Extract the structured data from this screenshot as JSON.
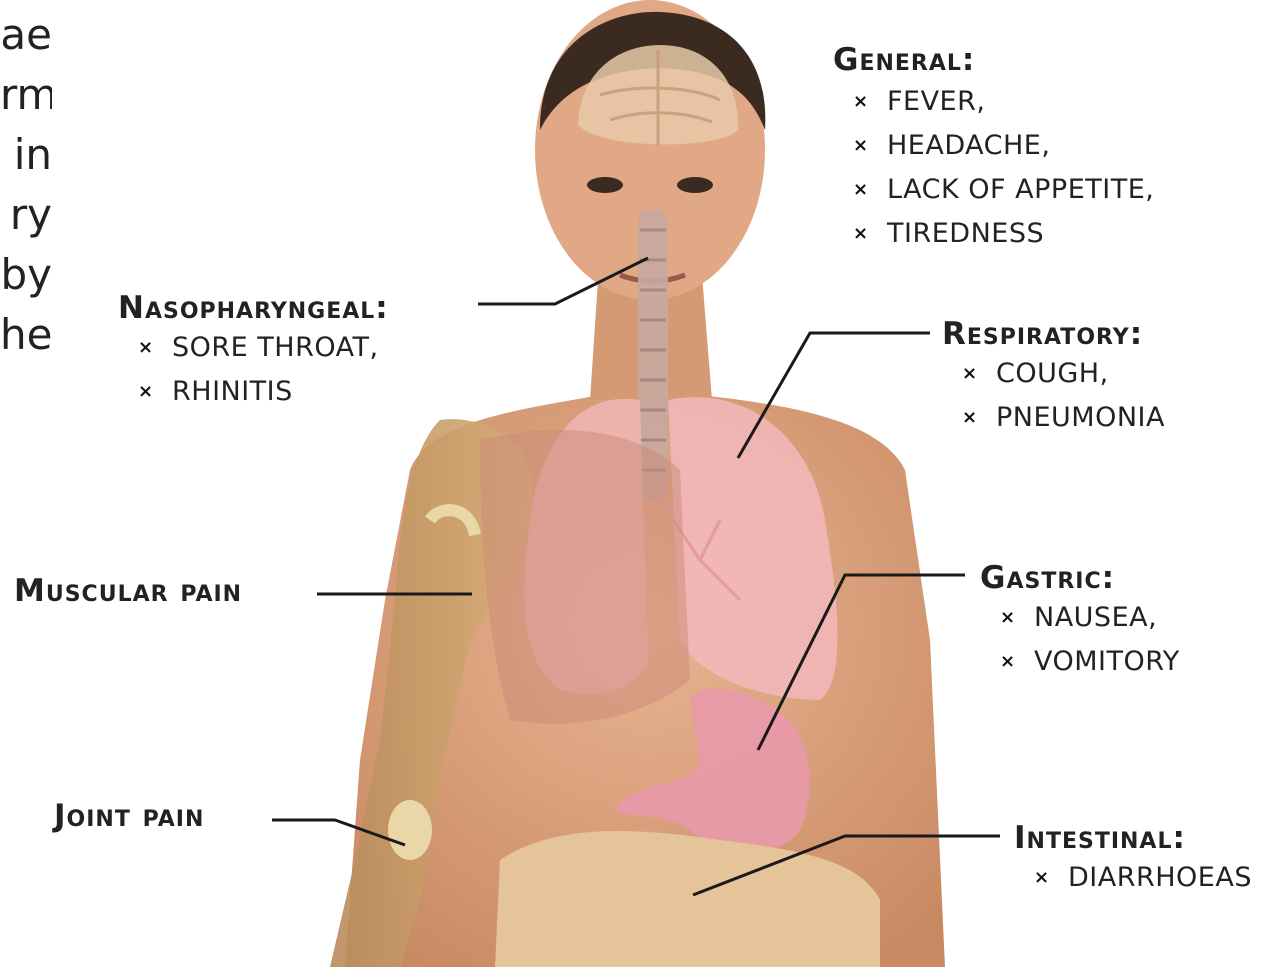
{
  "edge_text_lines": [
    "ae",
    "rm",
    "in",
    "ry",
    "by",
    "he"
  ],
  "bullet_mark": "×",
  "labels": {
    "general": {
      "heading": "General:",
      "items": [
        "FEVER,",
        "HEADACHE,",
        "LACK OF APPETITE,",
        "TIREDNESS"
      ]
    },
    "nasopharyngeal": {
      "heading": "Nasopharyngeal:",
      "items": [
        "SORE THROAT,",
        "RHINITIS"
      ]
    },
    "respiratory": {
      "heading": "Respiratory:",
      "items": [
        "COUGH,",
        "PNEUMONIA"
      ]
    },
    "muscular": {
      "heading": "Muscular pain"
    },
    "gastric": {
      "heading": "Gastric:",
      "items": [
        "NAUSEA,",
        "VOMITORY"
      ]
    },
    "joint": {
      "heading": "Joint pain"
    },
    "intestinal": {
      "heading": "Intestinal:",
      "items": [
        "DIARRHOEAS"
      ]
    }
  },
  "colors": {
    "skin": "#d9a07c",
    "skin_shadow": "#b97a55",
    "hair": "#3a2a20",
    "brain": "#e8c9a8",
    "lung": "#f2b8bc",
    "stomach": "#e89aa8",
    "intestine": "#e6c49a",
    "muscle": "#c98a78",
    "bone": "#e9d7a8",
    "airway": "#c9a7a0",
    "leader_line": "#1a1a1a"
  }
}
